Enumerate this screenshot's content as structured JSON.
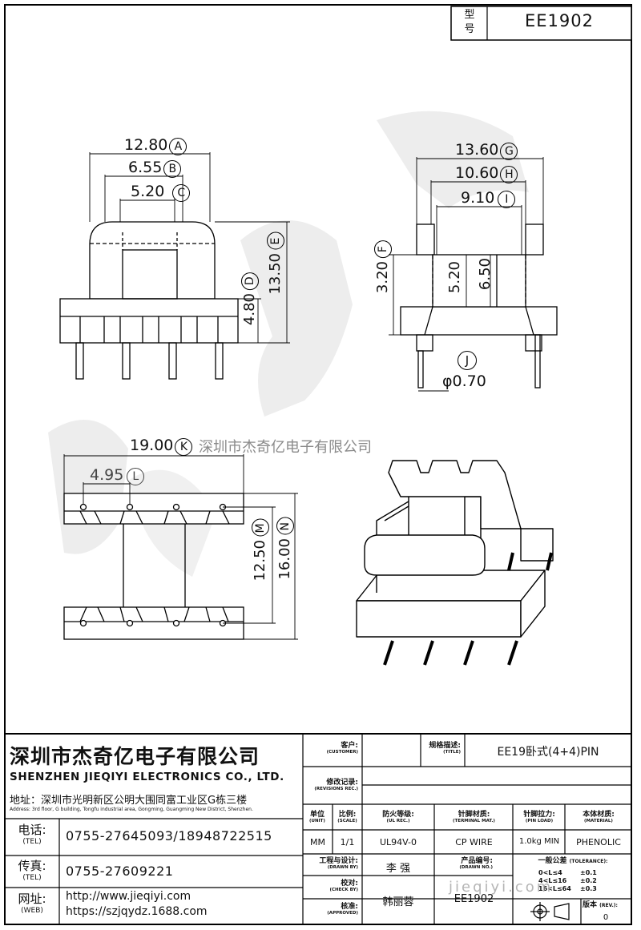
{
  "model_box": {
    "label_top": "型",
    "label_bottom": "号",
    "value": "EE1902"
  },
  "watermark_text": "深圳市杰奇亿电子有限公司",
  "footer_watermark": "jieqiyi.com",
  "dimensions": {
    "A": {
      "value": "12.80",
      "letter": "A"
    },
    "B": {
      "value": "6.55",
      "letter": "B"
    },
    "C": {
      "value": "5.20",
      "letter": "C"
    },
    "D": {
      "value": "4.80",
      "letter": "D"
    },
    "E": {
      "value": "13.50",
      "letter": "E"
    },
    "F": {
      "value": "3.20",
      "letter": "F"
    },
    "G": {
      "value": "13.60",
      "letter": "G"
    },
    "H": {
      "value": "10.60",
      "letter": "H"
    },
    "I": {
      "value": "9.10",
      "letter": "I"
    },
    "J": {
      "value": "φ0.70",
      "letter": "J"
    },
    "K": {
      "value": "19.00",
      "letter": "K"
    },
    "L": {
      "value": "4.95",
      "letter": "L"
    },
    "M": {
      "value": "12.50",
      "letter": "M"
    },
    "N": {
      "value": "16.00",
      "letter": "N"
    },
    "inner_a": "5.20",
    "inner_b": "6.50"
  },
  "company": {
    "name_cn": "深圳市杰奇亿电子有限公司",
    "name_en": "SHENZHEN JIEQIYI ELECTRONICS CO., LTD.",
    "address_cn": "地址：深圳市光明新区公明大围同富工业区G栋三楼",
    "address_en": "Address: 3rd floor, G building, Tongfu industrial area, Gongming, Guangming New District, Shenzhen.",
    "tel_label": "电话:",
    "tel_label_en": "(TEL)",
    "tel": "0755-27645093/18948722515",
    "fax_label": "传真:",
    "fax_label_en": "(TEL)",
    "fax": "0755-27609221",
    "web_label": "网址:",
    "web_label_en": "(WEB)",
    "web1": "http://www.jieqiyi.com",
    "web2": "https://szjqydz.1688.com"
  },
  "title_block": {
    "customer_label": "客户:",
    "customer_label_en": "(CUSTOMER)",
    "customer": "",
    "title_label": "规格描述:",
    "title_label_en": "(TITLE)",
    "title": "EE19卧式(4+4)PIN",
    "revision_label": "修改记录:",
    "revision_label_en": "(REVISIONS REC.)",
    "unit_label": "单位",
    "unit_label_en": "(UNIT)",
    "unit": "MM",
    "scale_label": "比例:",
    "scale_label_en": "(SCALE)",
    "scale": "1/1",
    "ulrec_label": "防火等级:",
    "ulrec_label_en": "(UL REC.)",
    "ulrec": "UL94V-0",
    "terminal_label": "针脚材质:",
    "terminal_label_en": "(TERMINAL MAT.)",
    "terminal": "CP WIRE",
    "pinload_label": "针脚拉力:",
    "pinload_label_en": "(PIN LOAD)",
    "pinload": "1.0kg MIN",
    "material_label": "本体材质:",
    "material_label_en": "(MATERIAL)",
    "material": "PHENOLIC",
    "drawn_label": "工程与设计:",
    "drawn_label_en": "(DRAWN BY)",
    "drawn": "李 强",
    "check_label": "校对:",
    "check_label_en": "(CHECK BY)",
    "approved_label": "核准:",
    "approved_label_en": "(APPROVED)",
    "approved": "韩丽蓉",
    "drawingno_label": "产品编号:",
    "drawingno_label_en": "(DRAWN NO.)",
    "drawingno": "EE1902",
    "tolerance_label": "一般公差",
    "tolerance_label_en": "(TOLERANCE):",
    "tolerances": [
      {
        "range": "0<L≤4",
        "tol": "±0.1"
      },
      {
        "range": "4<L≤16",
        "tol": "±0.2"
      },
      {
        "range": "16<L≤64",
        "tol": "±0.3"
      }
    ],
    "rev_label": "版本",
    "rev_label_en": "(REV.):",
    "rev": "0"
  }
}
